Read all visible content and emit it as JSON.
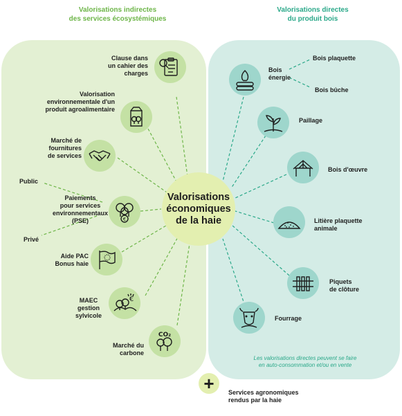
{
  "headers": {
    "left": [
      "Valorisations indirectes",
      "des services écosystémiques"
    ],
    "right": [
      "Valorisations directes",
      "du produit bois"
    ]
  },
  "center": [
    "Valorisations",
    "économiques",
    "de la haie"
  ],
  "left_items": [
    {
      "label": [
        "Clause dans",
        "un cahier des",
        "charges"
      ],
      "icon": "clipboard-magnifier-icon"
    },
    {
      "label": [
        "Valorisation",
        "environnementale d'un",
        "produit agroalimentaire"
      ],
      "icon": "product-package-icon"
    },
    {
      "label": [
        "Marché de",
        "fournitures",
        "de services"
      ],
      "icon": "handshake-icon"
    },
    {
      "label": [
        "Paiements",
        "pour services",
        "environnementaux",
        "(PSE)"
      ],
      "icon": "trees-euro-icon"
    },
    {
      "label": [
        "Aide PAC",
        "Bonus haie"
      ],
      "icon": "eu-flag-icon"
    },
    {
      "label": [
        "MAEC",
        "gestion",
        "sylvicole"
      ],
      "icon": "forest-management-euro-icon"
    },
    {
      "label": [
        "Marché du",
        "carbone"
      ],
      "icon": "co2-trees-icon",
      "icon_text": "CO₂"
    }
  ],
  "pse_branches": {
    "public": "Public",
    "prive": "Privé"
  },
  "right_items": [
    {
      "label": [
        "Bois",
        "énergie"
      ],
      "icon": "firewood-icon",
      "sub": {
        "top": "Bois plaquette",
        "bottom": "Bois bûche"
      }
    },
    {
      "label": [
        "Paillage"
      ],
      "icon": "mulch-sprout-icon"
    },
    {
      "label": [
        "Bois d'œuvre"
      ],
      "icon": "timber-frame-icon"
    },
    {
      "label": [
        "Litière plaquette",
        "animale"
      ],
      "icon": "wood-chips-icon"
    },
    {
      "label": [
        "Piquets",
        "de clôture"
      ],
      "icon": "fence-post-icon"
    },
    {
      "label": [
        "Fourrage"
      ],
      "icon": "cow-head-icon"
    }
  ],
  "note": [
    "Les valorisations directes peuvent se faire",
    "en auto-consommation et/ou en vente"
  ],
  "bottom": {
    "symbol": "+",
    "label": [
      "Services agronomiques",
      "rendus par la haie"
    ]
  },
  "colors": {
    "left_panel": "#e3f0d3",
    "right_panel": "#d4ece6",
    "left_accent": "#6db548",
    "right_accent": "#2aa889",
    "center": "#e3efb0",
    "left_icon_bg": "#c4e1a4",
    "right_icon_bg": "#9ed6cc"
  }
}
